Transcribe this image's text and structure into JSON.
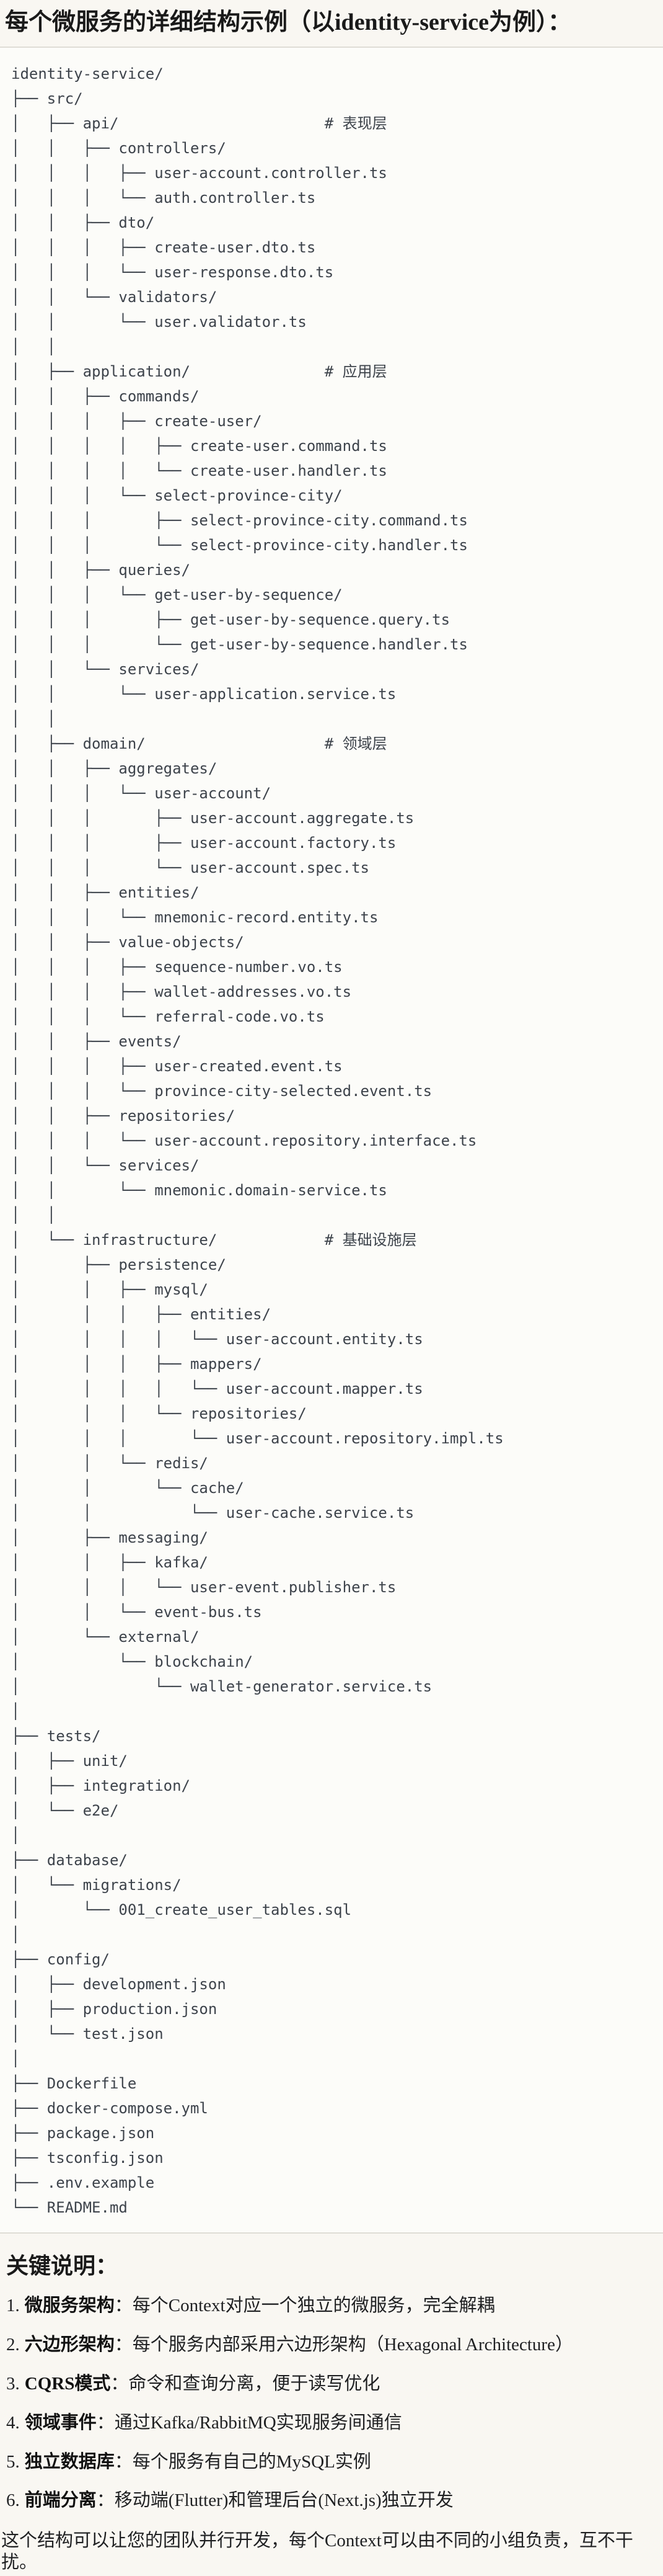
{
  "header": {
    "title": "每个微服务的详细结构示例（以identity-service为例）："
  },
  "tree": {
    "lines": [
      "identity-service/",
      "├── src/",
      "│   ├── api/                       # 表现层",
      "│   │   ├── controllers/",
      "│   │   │   ├── user-account.controller.ts",
      "│   │   │   └── auth.controller.ts",
      "│   │   ├── dto/",
      "│   │   │   ├── create-user.dto.ts",
      "│   │   │   └── user-response.dto.ts",
      "│   │   └── validators/",
      "│   │       └── user.validator.ts",
      "│   │",
      "│   ├── application/               # 应用层",
      "│   │   ├── commands/",
      "│   │   │   ├── create-user/",
      "│   │   │   │   ├── create-user.command.ts",
      "│   │   │   │   └── create-user.handler.ts",
      "│   │   │   └── select-province-city/",
      "│   │   │       ├── select-province-city.command.ts",
      "│   │   │       └── select-province-city.handler.ts",
      "│   │   ├── queries/",
      "│   │   │   └── get-user-by-sequence/",
      "│   │   │       ├── get-user-by-sequence.query.ts",
      "│   │   │       └── get-user-by-sequence.handler.ts",
      "│   │   └── services/",
      "│   │       └── user-application.service.ts",
      "│   │",
      "│   ├── domain/                    # 领域层",
      "│   │   ├── aggregates/",
      "│   │   │   └── user-account/",
      "│   │   │       ├── user-account.aggregate.ts",
      "│   │   │       ├── user-account.factory.ts",
      "│   │   │       └── user-account.spec.ts",
      "│   │   ├── entities/",
      "│   │   │   └── mnemonic-record.entity.ts",
      "│   │   ├── value-objects/",
      "│   │   │   ├── sequence-number.vo.ts",
      "│   │   │   ├── wallet-addresses.vo.ts",
      "│   │   │   └── referral-code.vo.ts",
      "│   │   ├── events/",
      "│   │   │   ├── user-created.event.ts",
      "│   │   │   └── province-city-selected.event.ts",
      "│   │   ├── repositories/",
      "│   │   │   └── user-account.repository.interface.ts",
      "│   │   └── services/",
      "│   │       └── mnemonic.domain-service.ts",
      "│   │",
      "│   └── infrastructure/            # 基础设施层",
      "│       ├── persistence/",
      "│       │   ├── mysql/",
      "│       │   │   ├── entities/",
      "│       │   │   │   └── user-account.entity.ts",
      "│       │   │   ├── mappers/",
      "│       │   │   │   └── user-account.mapper.ts",
      "│       │   │   └── repositories/",
      "│       │   │       └── user-account.repository.impl.ts",
      "│       │   └── redis/",
      "│       │       └── cache/",
      "│       │           └── user-cache.service.ts",
      "│       ├── messaging/",
      "│       │   ├── kafka/",
      "│       │   │   └── user-event.publisher.ts",
      "│       │   └── event-bus.ts",
      "│       └── external/",
      "│           └── blockchain/",
      "│               └── wallet-generator.service.ts",
      "│",
      "├── tests/",
      "│   ├── unit/",
      "│   ├── integration/",
      "│   └── e2e/",
      "│",
      "├── database/",
      "│   └── migrations/",
      "│       └── 001_create_user_tables.sql",
      "│",
      "├── config/",
      "│   ├── development.json",
      "│   ├── production.json",
      "│   └── test.json",
      "│",
      "├── Dockerfile",
      "├── docker-compose.yml",
      "├── package.json",
      "├── tsconfig.json",
      "├── .env.example",
      "└── README.md"
    ]
  },
  "notes": {
    "heading": "关键说明：",
    "items": [
      {
        "num": "1.",
        "label": "微服务架构",
        "sep": "：",
        "desc": "每个Context对应一个独立的微服务，完全解耦"
      },
      {
        "num": "2.",
        "label": "六边形架构",
        "sep": "：",
        "desc": "每个服务内部采用六边形架构（Hexagonal Architecture）"
      },
      {
        "num": "3.",
        "label": "CQRS模式",
        "sep": "：",
        "desc": "命令和查询分离，便于读写优化"
      },
      {
        "num": "4.",
        "label": "领域事件",
        "sep": "：",
        "desc": "通过Kafka/RabbitMQ实现服务间通信"
      },
      {
        "num": "5.",
        "label": "独立数据库",
        "sep": "：",
        "desc": "每个服务有自己的MySQL实例"
      },
      {
        "num": "6.",
        "label": "前端分离",
        "sep": "：",
        "desc": "移动端(Flutter)和管理后台(Next.js)独立开发"
      }
    ],
    "closing": "这个结构可以让您的团队并行开发，每个Context可以由不同的小组负责，互不干扰。"
  },
  "colors": {
    "page_background": "#F9F7F2",
    "code_background": "#FCFCF9",
    "code_border": "#DFDDD6",
    "code_text": "#3D434B",
    "heading_text": "#1A1A1A",
    "body_text": "#1F2022"
  }
}
